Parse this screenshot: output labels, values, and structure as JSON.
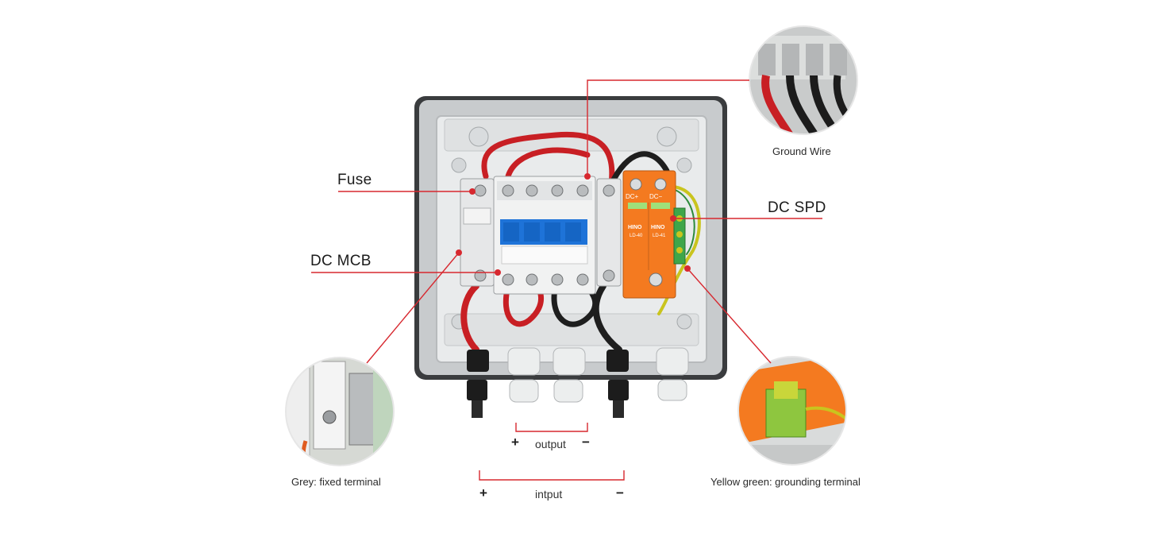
{
  "callouts": {
    "fuse": "Fuse",
    "dc_mcb": "DC MCB",
    "dc_spd": "DC SPD",
    "ground_wire": "Ground Wire",
    "grey_terminal": "Grey: fixed terminal",
    "yellow_green_terminal": "Yellow green: grounding terminal"
  },
  "ports": {
    "output": {
      "label": "output",
      "plus": "+",
      "minus": "−"
    },
    "input": {
      "label": "intput",
      "plus": "+",
      "minus": "−"
    }
  },
  "device_markings": {
    "spd_left": "DC+",
    "spd_right": "DC−",
    "brand": "HINO",
    "spd_model_left": "LD-40",
    "spd_model_right": "LD-41"
  },
  "colors": {
    "accent_red": "#d7282f",
    "enclosure": "#cfd2d4",
    "spd_orange": "#f47a20",
    "breaker_blue": "#1e73d8"
  }
}
